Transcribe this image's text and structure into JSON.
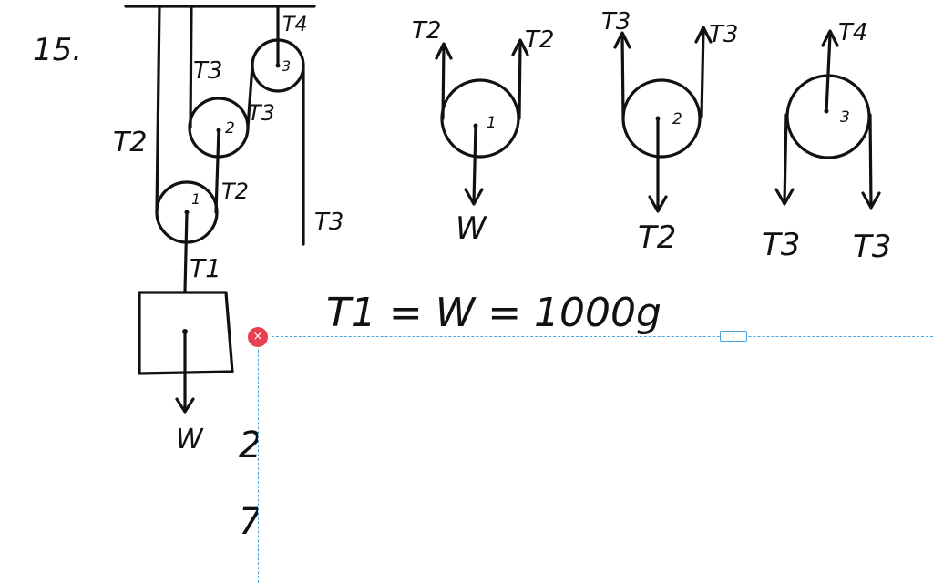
{
  "problem_number": "15.",
  "labels": {
    "t1": "T1",
    "t2": "T2",
    "t3": "T3",
    "t4": "T4",
    "w": "W",
    "pulley_1": "1",
    "pulley_2": "2",
    "pulley_3": "3"
  },
  "equation_line_1": "T1 = W = 1000g",
  "hidden_lines": {
    "line_2_start": "2",
    "line_3_start": "7"
  },
  "overlay": {
    "close_symbol": "×",
    "handle_symbol": "⋮"
  },
  "colors": {
    "ink": "#111111",
    "selection": "#4aa3df",
    "close_button": "#e8404f"
  }
}
